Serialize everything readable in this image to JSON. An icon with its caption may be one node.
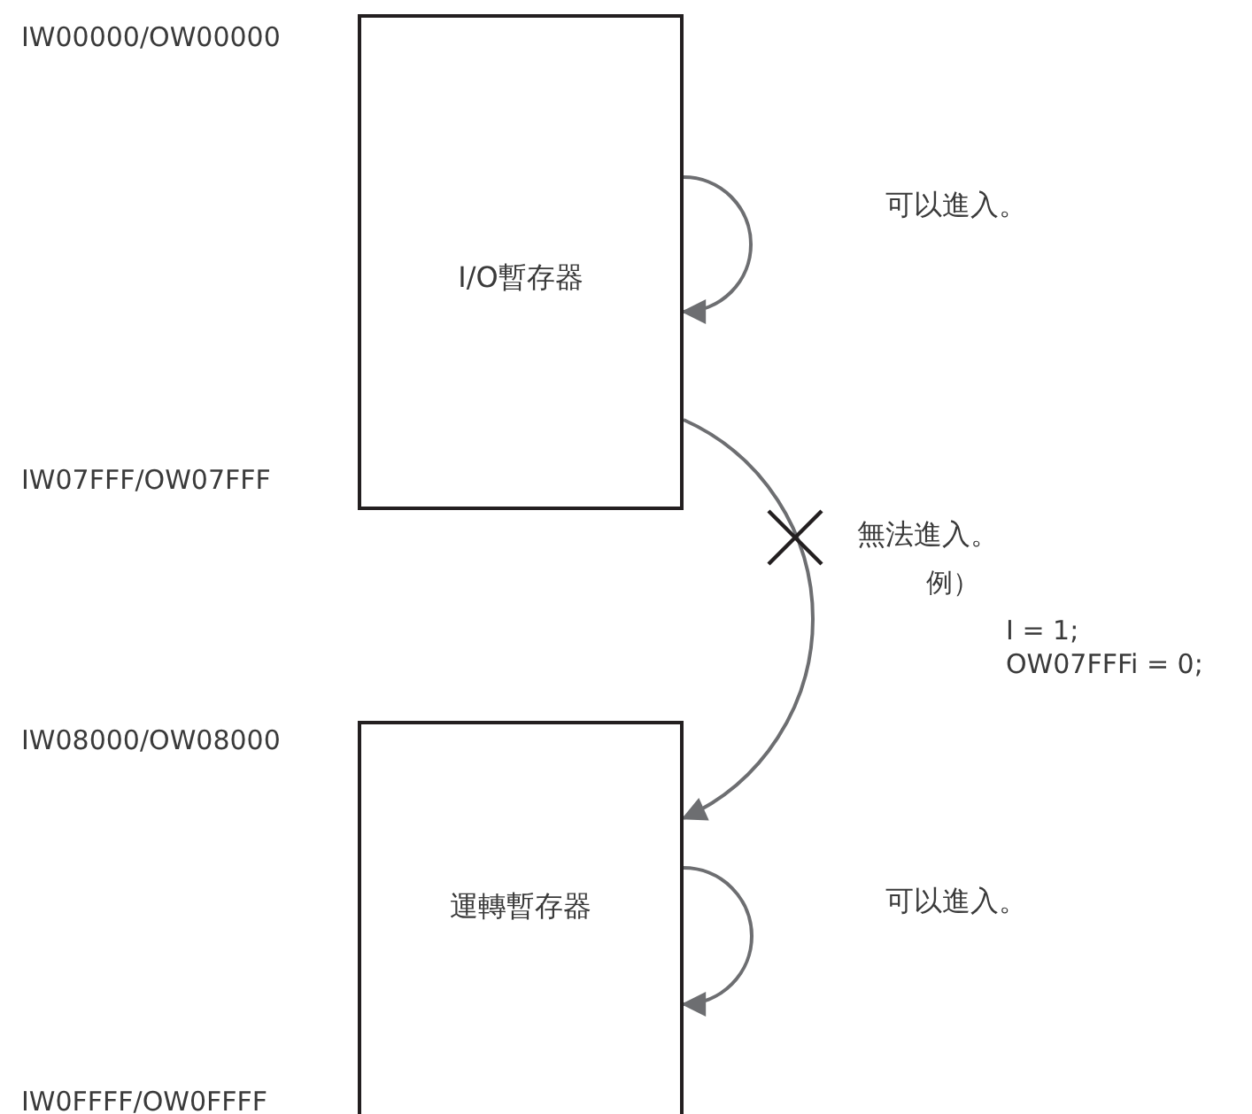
{
  "diagram": {
    "nodes": [
      {
        "text": [
          "I/O暫存器"
        ],
        "beside": [
          "IW00000/OW00000",
          "IW07FFF/OW07FFF"
        ]
      },
      {
        "text": [
          "運轉暫存器"
        ],
        "beside": [
          "IW08000/OW08000",
          "IW0FFFF/OW0FFFF"
        ]
      }
    ],
    "edges": [
      {
        "from": 0,
        "to": 0,
        "arrow": "to",
        "label": "可以進入。"
      },
      {
        "from": 0,
        "to": 1,
        "arrow": "to",
        "label": "無法進入。"
      },
      {
        "from": 1,
        "to": 1,
        "arrow": "to",
        "label": "可以進入。"
      }
    ],
    "labels": [
      "例）",
      "I = 1;",
      "OW07FFFi = 0;"
    ]
  }
}
